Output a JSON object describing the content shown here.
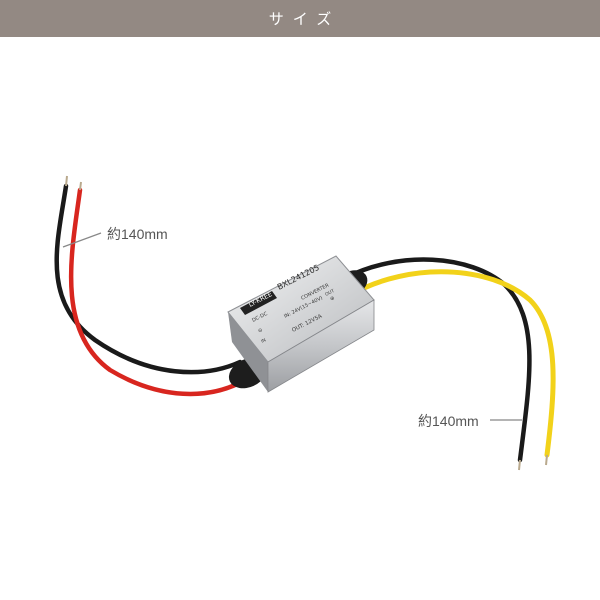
{
  "header": {
    "title": "サイズ"
  },
  "annotations": {
    "input_length": "約140mm",
    "output_length": "約140mm"
  },
  "product_label": {
    "brand": "LY-KREE",
    "model": "BXL241205",
    "type": "DC-DC",
    "subtitle": "CONVERTER",
    "input_spec": "IN: 24V(15~40V)",
    "output_spec": "OUT: 12V5A",
    "in_mark": "IN",
    "out_mark": "OUT",
    "minus_mark": "⊖",
    "plus_mark": "⊕"
  },
  "colors": {
    "header_background": "#938983",
    "header_text": "#ffffff",
    "red_wire": "#d8261f",
    "black_wire": "#1a1a1a",
    "yellow_wire": "#f2d21a",
    "module_body": "#c9cacc",
    "label_color": "#555555"
  }
}
